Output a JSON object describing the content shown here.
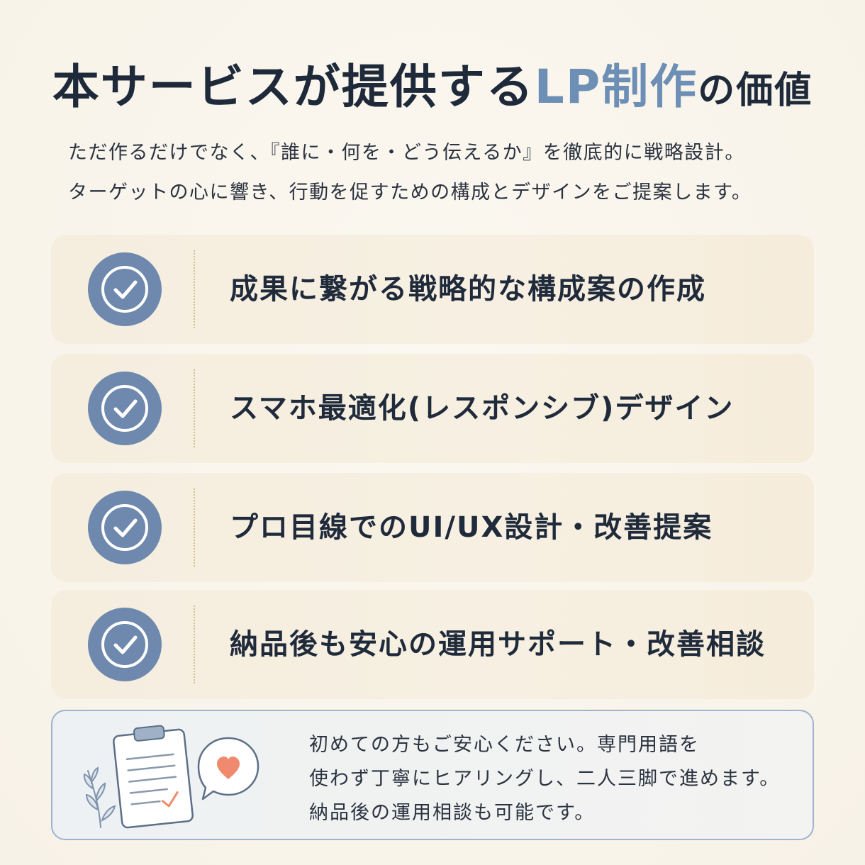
{
  "title": {
    "part1": "本サービスが提供する",
    "accent": "LP制作",
    "part2": "の価値"
  },
  "intro": {
    "line1": "ただ作るだけでなく、『誰に・何を・どう伝えるか』を徹底的に戦略設計。",
    "line2": "ターゲットの心に響き、行動を促すための構成とデザインをご提案します。"
  },
  "features": [
    {
      "label": "成果に繋がる戦略的な構成案の作成",
      "icon": "check-circle-icon"
    },
    {
      "label": "スマホ最適化(レスポンシブ)デザイン",
      "icon": "check-circle-icon"
    },
    {
      "label": "プロ目線でのUI/UX設計・改善提案",
      "icon": "check-circle-icon"
    },
    {
      "label": "納品後も安心の運用サポート・改善相談",
      "icon": "check-circle-icon"
    }
  ],
  "note": {
    "line1": "初めての方もご安心ください。専門用語を",
    "line2": "使わず丁寧にヒアリングし、二人三脚で進めます。",
    "line3": "納品後の運用相談も可能です。",
    "icons": [
      "leaf-icon",
      "clipboard-icon",
      "heart-speech-bubble-icon"
    ]
  },
  "colors": {
    "accent": "#6e8fb5",
    "check_circle": "#6e89ad",
    "text": "#1e2a3a",
    "card_bg": "#f5eedf",
    "note_border": "#9fb3cc",
    "heart": "#f08a6e"
  }
}
